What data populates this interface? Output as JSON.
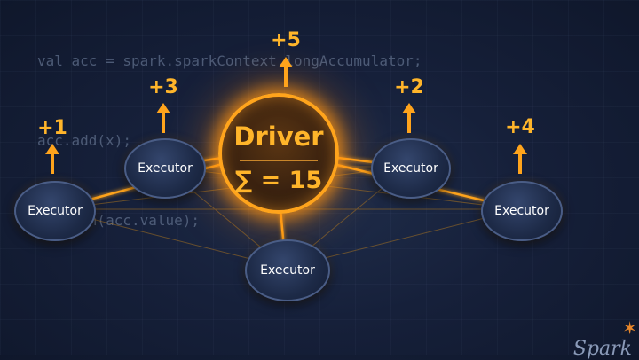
{
  "code_lines": [
    "val acc = spark.sparkContext.longAccumulator;",
    "acc.add(x);",
    "println(acc.value);"
  ],
  "driver": {
    "title": "Driver",
    "sum": "∑ = 15"
  },
  "executors": [
    {
      "label": "Executor",
      "increment": "+1"
    },
    {
      "label": "Executor",
      "increment": "+3"
    },
    {
      "label": "Executor",
      "increment": "+2"
    },
    {
      "label": "Executor",
      "increment": "+4"
    },
    {
      "label": "Executor"
    }
  ],
  "driver_increment": "+5",
  "logo": {
    "text": "Spark"
  },
  "colors": {
    "accent": "#ffa41c",
    "background": "#16203a",
    "node": "#1d2a47",
    "node_border": "#4a5d86"
  }
}
